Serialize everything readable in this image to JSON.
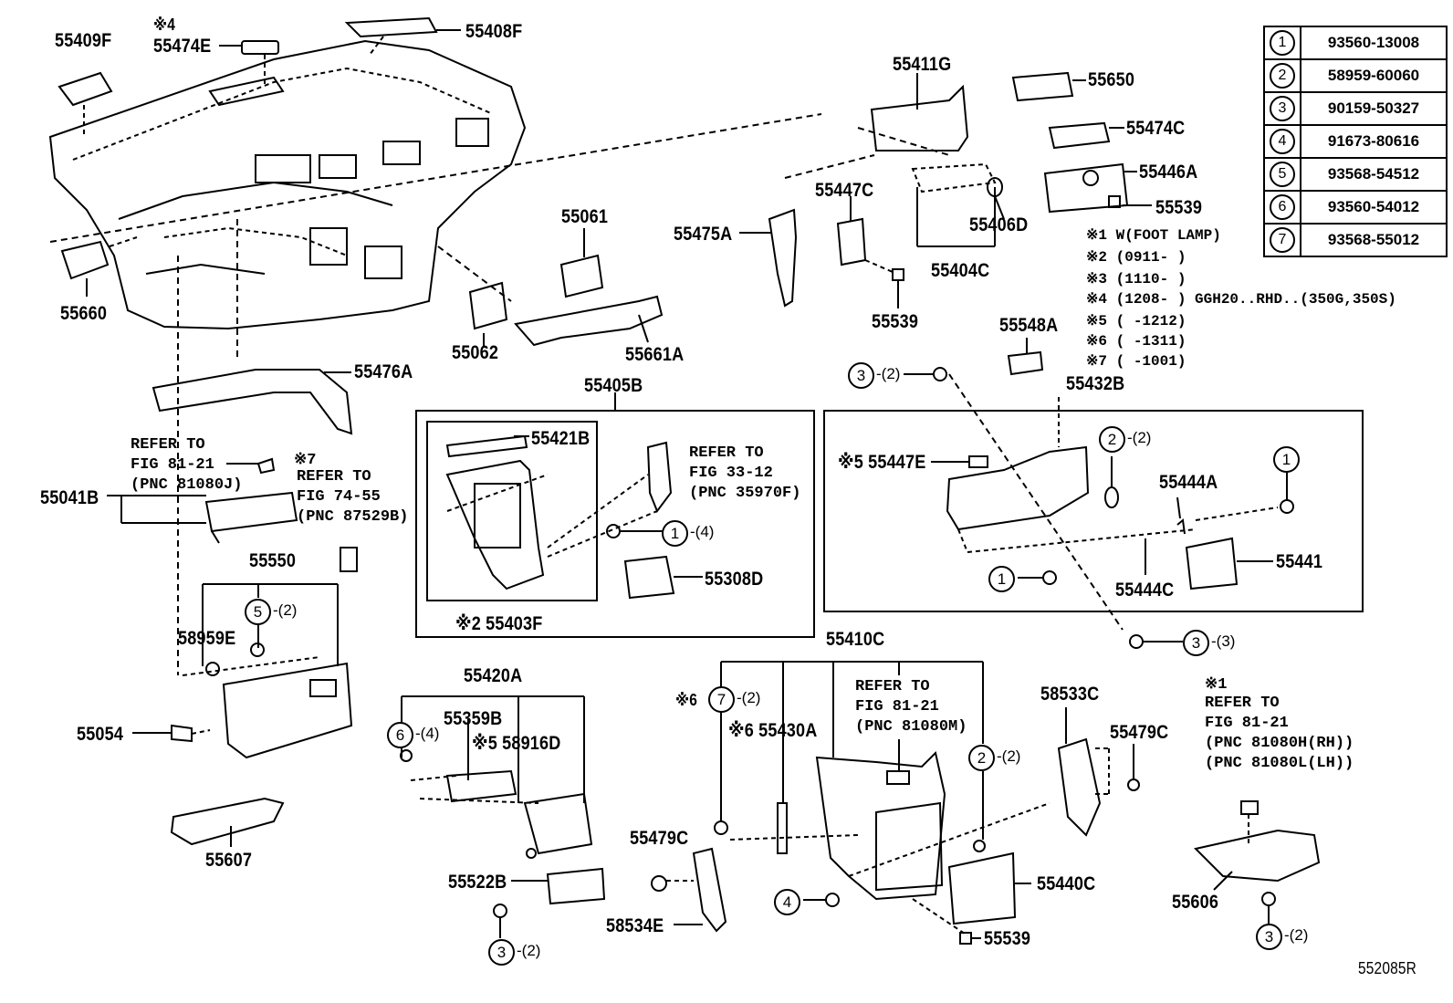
{
  "legend": [
    {
      "num": "1",
      "part": "93560-13008"
    },
    {
      "num": "2",
      "part": "58959-60060"
    },
    {
      "num": "3",
      "part": "90159-50327"
    },
    {
      "num": "4",
      "part": "91673-80616"
    },
    {
      "num": "5",
      "part": "93568-54512"
    },
    {
      "num": "6",
      "part": "93560-54012"
    },
    {
      "num": "7",
      "part": "93568-55012"
    }
  ],
  "notes": [
    "※1 W(FOOT LAMP)",
    "※2 (0911-    )",
    "※3 (1110-    )",
    "※4 (1208-    ) GGH20..RHD..(350G,350S)",
    "※5 (    -1212)",
    "※6 (    -1311)",
    "※7 (    -1001)"
  ],
  "labels": {
    "l55409F": "55409F",
    "l55474E_mark": "※4",
    "l55474E": "55474E",
    "l55408F": "55408F",
    "l55411G": "55411G",
    "l55650": "55650",
    "l55474C": "55474C",
    "l55446A": "55446A",
    "l55539a": "55539",
    "l55447C": "55447C",
    "l55406D": "55406D",
    "l55475A": "55475A",
    "l55404C": "55404C",
    "l55539b": "55539",
    "l55061": "55061",
    "l55062": "55062",
    "l55661A": "55661A",
    "l55660": "55660",
    "l55476A": "55476A",
    "l55405B": "55405B",
    "l55421B": "55421B",
    "l55308D": "55308D",
    "l55403F": "※2 55403F",
    "l55548A": "55548A",
    "l55432B": "55432B",
    "l55447E": "※5 55447E",
    "l55444A": "55444A",
    "l55441": "55441",
    "l55444C": "55444C",
    "l55041B": "55041B",
    "l55550": "55550",
    "l58959E": "58959E",
    "l55054": "55054",
    "l55607": "55607",
    "l55420A": "55420A",
    "l55359B": "55359B",
    "l58916D": "※5 58916D",
    "l55522B": "55522B",
    "l55410C": "55410C",
    "l55430A": "※6 55430A",
    "l55479C_a": "55479C",
    "l58534E": "58534E",
    "l55440C": "55440C",
    "l55539c": "55539",
    "l58533C": "58533C",
    "l55479C_b": "55479C",
    "l55606": "55606",
    "code": "552085R"
  },
  "refs": {
    "r1": "REFER TO\nFIG 81-21\n(PNC 81080J)",
    "r2_mark": "※7",
    "r2": "REFER TO\nFIG 74-55\n(PNC 87529B)",
    "r3": "REFER TO\nFIG 33-12\n(PNC 35970F)",
    "r4": "REFER TO\nFIG 81-21\n(PNC 81080M)",
    "r5_mark": "※1",
    "r5": "REFER TO\nFIG 81-21\n(PNC 81080H(RH))\n(PNC 81080L(LH))"
  },
  "callouts": [
    {
      "num": "3",
      "qty": "-(2)"
    },
    {
      "num": "2",
      "qty": "-(2)"
    },
    {
      "num": "1",
      "qty": ""
    },
    {
      "num": "1",
      "qty": ""
    },
    {
      "num": "3",
      "qty": "-(3)"
    },
    {
      "num": "1",
      "qty": "-(4)"
    },
    {
      "num": "5",
      "qty": "-(2)"
    },
    {
      "num": "6",
      "qty": "-(4)"
    },
    {
      "num": "7",
      "qty": "-(2)",
      "mark": "※6"
    },
    {
      "num": "2",
      "qty": "-(2)"
    },
    {
      "num": "4",
      "qty": ""
    },
    {
      "num": "3",
      "qty": "-(2)"
    },
    {
      "num": "3",
      "qty": "-(2)"
    }
  ]
}
